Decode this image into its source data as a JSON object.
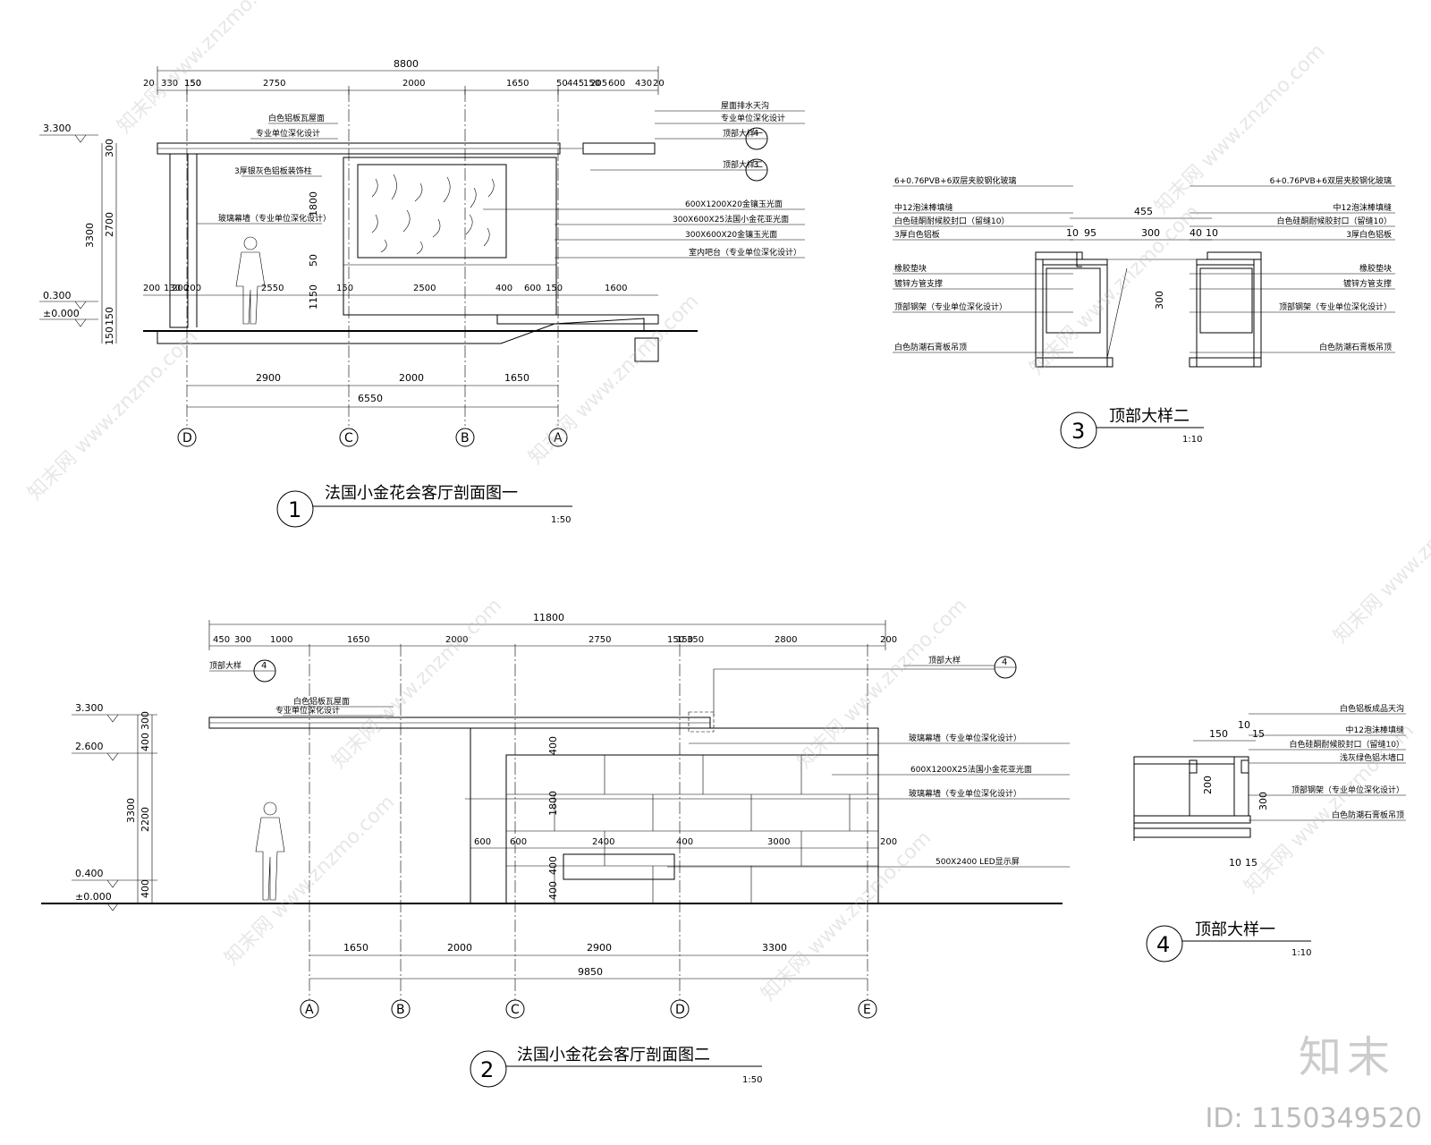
{
  "watermark": {
    "brand": "知末",
    "id": "ID: 1150349520",
    "site": "www.znzmo.com",
    "site_cn": "知末网"
  },
  "s1": {
    "title": "法国小金花会客厅剖面图一",
    "num": "1",
    "scale": "1:50",
    "total_top": "8800",
    "dims_top": [
      "150",
      "20",
      "330",
      "150",
      "2750",
      "2000",
      "1650",
      "50",
      "445",
      "150",
      "205",
      "600",
      "430",
      "20"
    ],
    "dims_mid": [
      "200",
      "200",
      "130",
      "200",
      "2550",
      "150",
      "2500",
      "400",
      "600",
      "150",
      "1600"
    ],
    "dims_bot": [
      "2900",
      "2000",
      "1650"
    ],
    "total_bot": "6550",
    "levels": [
      "3.300",
      "0.300",
      "±0.000"
    ],
    "vdims": [
      "300",
      "2700",
      "3300",
      "150",
      "150"
    ],
    "inner_vdims": [
      "1800",
      "50",
      "1150"
    ],
    "grid": [
      "D",
      "C",
      "B",
      "A"
    ],
    "labels": [
      "白色铝板瓦屋面",
      "专业单位深化设计",
      "3厚银灰色铝板装饰柱",
      "玻璃幕墙（专业单位深化设计）",
      "屋面排水天沟",
      "专业单位深化设计",
      "顶部大样一",
      "顶部大样二",
      "600X1200X20金镶玉光面",
      "300X600X25法国小金花亚光面",
      "300X600X20金镶玉光面",
      "室内吧台（专业单位深化设计）"
    ],
    "callouts": [
      "4",
      "3"
    ]
  },
  "s2": {
    "title": "法国小金花会客厅剖面图二",
    "num": "2",
    "scale": "1:50",
    "total_top": "11800",
    "dims_top": [
      "450",
      "300",
      "1000",
      "1650",
      "2000",
      "2750",
      "150",
      "150",
      "350",
      "2800",
      "200"
    ],
    "dims_mid": [
      "600",
      "600",
      "2400",
      "400",
      "3000",
      "200"
    ],
    "dims_bot": [
      "1650",
      "2000",
      "2900",
      "3300"
    ],
    "total_bot": "9850",
    "levels": [
      "3.300",
      "2.600",
      "0.400",
      "±0.000"
    ],
    "vdims": [
      "300",
      "400",
      "3300",
      "2200",
      "400"
    ],
    "inner_vdims": [
      "400",
      "1800",
      "400",
      "400"
    ],
    "grid": [
      "A",
      "B",
      "C",
      "D",
      "E"
    ],
    "labels": [
      "顶部大样",
      "白色铝板瓦屋面",
      "专业单位深化设计",
      "顶部大样",
      "玻璃幕墙（专业单位深化设计）",
      "600X1200X25法国小金花亚光面",
      "玻璃幕墙（专业单位深化设计）",
      "500X2400 LED显示屏"
    ],
    "callouts": [
      "4",
      "4"
    ]
  },
  "s3": {
    "title": "顶部大样二",
    "num": "3",
    "scale": "1:10",
    "dims": [
      "455",
      "10",
      "95",
      "300",
      "40",
      "10"
    ],
    "vdim": "300",
    "left_labels": [
      "6+0.76PVB+6双层夹胶钢化玻璃",
      "中12泡沫棒填缝",
      "白色硅酮耐候胶封口（留缝10）",
      "3厚白色铝板",
      "橡胶垫块",
      "镀锌方管支撑",
      "顶部钢架（专业单位深化设计）",
      "白色防潮石膏板吊顶"
    ],
    "right_labels": [
      "6+0.76PVB+6双层夹胶钢化玻璃",
      "中12泡沫棒填缝",
      "白色硅酮耐候胶封口（留缝10）",
      "3厚白色铝板",
      "橡胶垫块",
      "镀锌方管支撑",
      "顶部钢架（专业单位深化设计）",
      "白色防潮石膏板吊顶"
    ]
  },
  "s4": {
    "title": "顶部大样一",
    "num": "4",
    "scale": "1:10",
    "dims_top": [
      "150",
      "10",
      "15"
    ],
    "dims_bot": [
      "10",
      "15"
    ],
    "vdims": [
      "200",
      "300"
    ],
    "labels": [
      "白色铝板成品天沟",
      "中12泡沫棒填缝",
      "白色硅酮耐候胶封口（留缝10）",
      "浅灰绿色铝木墙口",
      "顶部钢架（专业单位深化设计）",
      "白色防潮石膏板吊顶"
    ]
  }
}
